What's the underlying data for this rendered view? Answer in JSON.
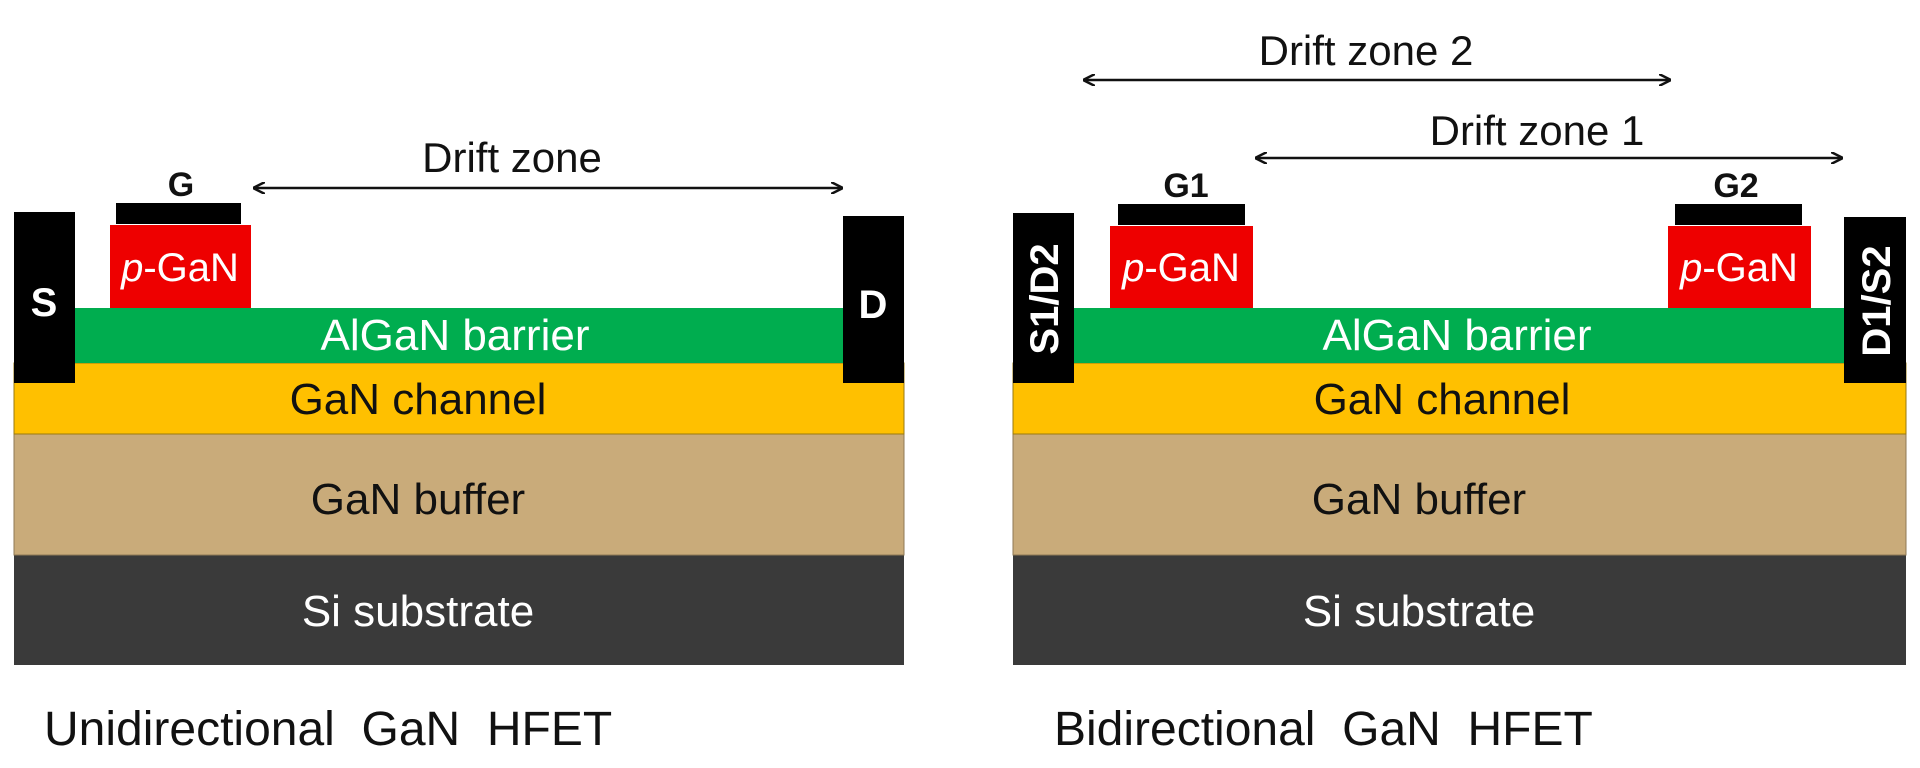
{
  "colors": {
    "algan": "#00ad4f",
    "gan_channel": "#ffc000",
    "gan_buffer": "#c9ab7a",
    "si_substrate": "#3a3a3a",
    "p_gan": "#ee0000",
    "metal": "#000000",
    "arrow": "#111111"
  },
  "uni": {
    "caption": "Unidirectional  GaN  HFET",
    "source": "S",
    "drain": "D",
    "gate": "G",
    "pgan_italic": "p",
    "pgan_rest": "-GaN",
    "drift": "Drift zone",
    "algan": "AlGaN barrier",
    "channel": "GaN channel",
    "buffer": "GaN buffer",
    "substrate": "Si substrate"
  },
  "bi": {
    "caption": "Bidirectional  GaN  HFET",
    "left_contact": "S1/D2",
    "right_contact": "D1/S2",
    "gate1": "G1",
    "gate2": "G2",
    "pgan_italic": "p",
    "pgan_rest": "-GaN",
    "drift1": "Drift zone 1",
    "drift2": "Drift zone 2",
    "algan": "AlGaN barrier",
    "channel": "GaN channel",
    "buffer": "GaN buffer",
    "substrate": "Si substrate"
  }
}
